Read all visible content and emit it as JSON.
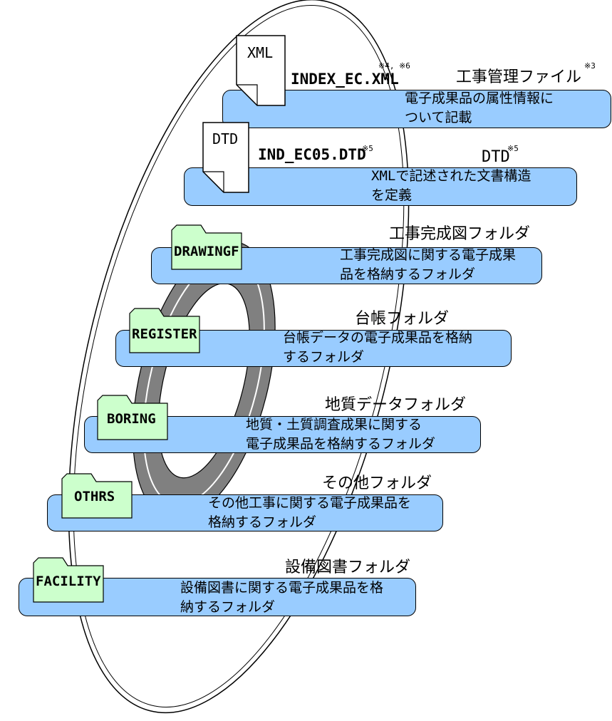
{
  "files": {
    "xml": {
      "icon_label": "XML",
      "filename": "INDEX_EC.XML",
      "filename_note": "※4, ※6",
      "title": "工事管理ファイル",
      "title_note": "※3",
      "desc_line1": "電子成果品の属性情報に",
      "desc_line2": "ついて記載"
    },
    "dtd": {
      "icon_label": "DTD",
      "filename": "IND_EC05.DTD",
      "filename_note": "※5",
      "title": "DTD",
      "title_note": "※5",
      "desc_line1": "XMLで記述された文書構造",
      "desc_line2": "を定義"
    }
  },
  "folders": {
    "drawingf": {
      "label": "DRAWINGF",
      "title": "工事完成図フォルダ",
      "desc_line1": "工事完成図に関する電子成果",
      "desc_line2": "品を格納するフォルダ"
    },
    "register": {
      "label": "REGISTER",
      "title": "台帳フォルダ",
      "desc_line1": "台帳データの電子成果品を格納",
      "desc_line2": "するフォルダ"
    },
    "boring": {
      "label": "BORING",
      "title": "地質データフォルダ",
      "desc_line1": "地質・土質調査成果に関する",
      "desc_line2": "電子成果品を格納するフォルダ"
    },
    "othrs": {
      "label": "OTHRS",
      "title": "その他フォルダ",
      "desc_line1": "その他工事に関する電子成果品を",
      "desc_line2": "格納するフォルダ"
    },
    "facility": {
      "label": "FACILITY",
      "title": "設備図書フォルダ",
      "desc_line1": "設備図書に関する電子成果品を格",
      "desc_line2": "納するフォルダ"
    }
  },
  "colors": {
    "box_fill": "#99ccff",
    "folder_fill": "#ccffcc",
    "hub_ring": "#808080"
  },
  "icons": {
    "document": "document-icon",
    "folder": "folder-icon",
    "disc": "cd-disc"
  }
}
